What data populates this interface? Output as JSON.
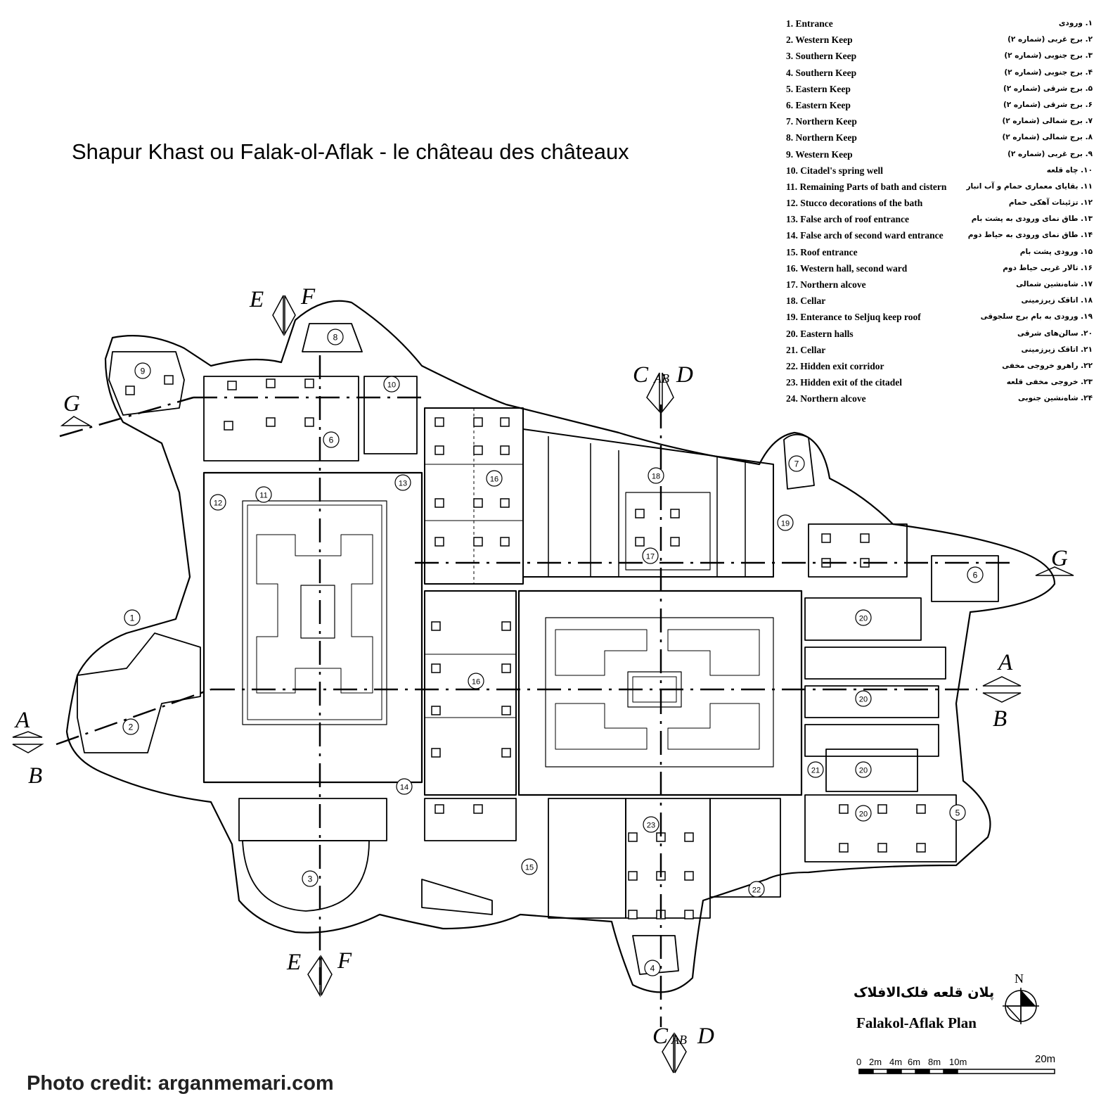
{
  "title": "Shapur Khast ou Falak-ol-Aflak - le château des châteaux",
  "credit": "Photo credit: arganmemari.com",
  "plan_title_fa": "پلان قلعه فلک‌الافلاک",
  "plan_title_en": "Falakol-Aflak Plan",
  "north_label": "N",
  "scale": {
    "labels": [
      "0",
      "2m",
      "4m",
      "6m",
      "8m",
      "10m"
    ],
    "end_label": "20m"
  },
  "section_labels": {
    "a": "A",
    "b": "B",
    "c": "C",
    "d": "D",
    "e": "E",
    "f": "F",
    "g": "G",
    "ab": "AB"
  },
  "legend": [
    {
      "en": "1. Entrance",
      "fa": "۱. ورودی"
    },
    {
      "en": "2. Western Keep",
      "fa": "۲. برج غربی (شماره ۲)"
    },
    {
      "en": "3. Southern Keep",
      "fa": "۳. برج جنوبی (شماره ۲)"
    },
    {
      "en": "4. Southern Keep",
      "fa": "۴. برج جنوبی (شماره ۲)"
    },
    {
      "en": "5. Eastern Keep",
      "fa": "۵. برج شرقی (شماره ۲)"
    },
    {
      "en": "6. Eastern Keep",
      "fa": "۶. برج شرقی (شماره ۲)"
    },
    {
      "en": "7. Northern Keep",
      "fa": "۷. برج شمالی (شماره ۲)"
    },
    {
      "en": "8. Northern Keep",
      "fa": "۸. برج شمالی (شماره ۲)"
    },
    {
      "en": "9. Western Keep",
      "fa": "۹. برج غربی (شماره ۲)"
    },
    {
      "en": "10. Citadel's spring well",
      "fa": "۱۰. چاه قلعه"
    },
    {
      "en": "11. Remaining Parts of bath and cistern",
      "fa": "۱۱. بقایای معماری حمام و آب انبار"
    },
    {
      "en": "12. Stucco decorations of the bath",
      "fa": "۱۲. تزئینات آهکی حمام"
    },
    {
      "en": "13. False arch of roof entrance",
      "fa": "۱۳. طاق نمای ورودی به پشت بام"
    },
    {
      "en": "14. False arch of second ward entrance",
      "fa": "۱۴. طاق نمای ورودی به حیاط دوم"
    },
    {
      "en": "15. Roof entrance",
      "fa": "۱۵. ورودی پشت بام"
    },
    {
      "en": "16. Western hall, second ward",
      "fa": "۱۶. تالار غربی حیاط دوم"
    },
    {
      "en": "17. Northern alcove",
      "fa": "۱۷. شاه‌نشین شمالی"
    },
    {
      "en": "18. Cellar",
      "fa": "۱۸. اتاقک زیرزمینی"
    },
    {
      "en": "19. Enterance to Seljuq keep roof",
      "fa": "۱۹. ورودی به بام برج سلجوقی"
    },
    {
      "en": "20. Eastern halls",
      "fa": "۲۰. سالن‌های شرقی"
    },
    {
      "en": "21. Cellar",
      "fa": "۲۱. اتاقک زیرزمینی"
    },
    {
      "en": "22. Hidden exit corridor",
      "fa": "۲۲. راهرو خروجی مخفی"
    },
    {
      "en": "23. Hidden exit of the citadel",
      "fa": "۲۳. خروجی مخفی قلعه"
    },
    {
      "en": "24. Northern alcove",
      "fa": "۲۴. شاه‌نشین جنوبی"
    }
  ],
  "markers": [
    {
      "label": "1"
    },
    {
      "label": "2"
    },
    {
      "label": "3"
    },
    {
      "label": "4"
    },
    {
      "label": "5"
    },
    {
      "label": "6"
    },
    {
      "label": "6"
    },
    {
      "label": "7"
    },
    {
      "label": "8"
    },
    {
      "label": "9"
    },
    {
      "label": "10"
    },
    {
      "label": "11"
    },
    {
      "label": "12"
    },
    {
      "label": "13"
    },
    {
      "label": "14"
    },
    {
      "label": "15"
    },
    {
      "label": "16"
    },
    {
      "label": "16"
    },
    {
      "label": "18"
    },
    {
      "label": "17"
    },
    {
      "label": "19"
    },
    {
      "label": "20"
    },
    {
      "label": "20"
    },
    {
      "label": "20"
    },
    {
      "label": "20"
    },
    {
      "label": "21"
    },
    {
      "label": "22"
    },
    {
      "label": "23"
    }
  ]
}
